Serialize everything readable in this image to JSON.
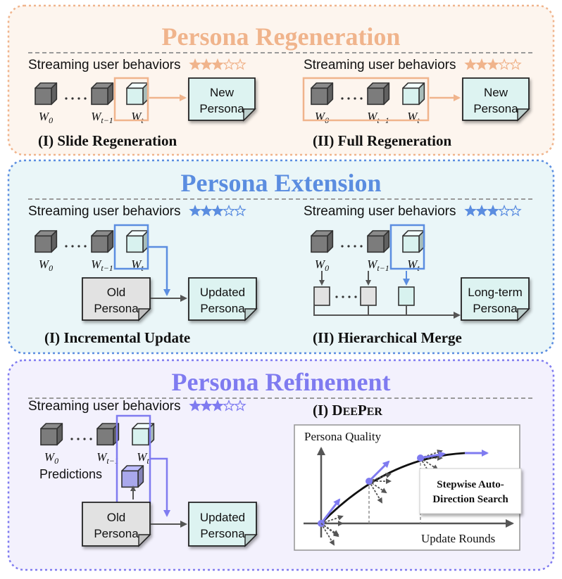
{
  "colors": {
    "regen": "#F0B48C",
    "regen_bg": "#FDF5EE",
    "ext": "#5B8DE0",
    "ext_bg": "#EAF6F8",
    "refine": "#7F7BF0",
    "refine_bg": "#F3F1FD",
    "doc_teal": "#DDF3F1",
    "doc_gray": "#E2E2E2",
    "cube_dark": "#7C7C7C",
    "cube_teal": "#D8F2EF",
    "cube_purple": "#A9A8EC"
  },
  "common": {
    "streaming_label": "Streaming user behaviors",
    "w0": "W",
    "w0_sub": "0",
    "wt1": "W",
    "wt1_sub": "t−1",
    "wt": "W",
    "wt_sub": "t"
  },
  "regeneration": {
    "title": "Persona Regeneration",
    "slide": {
      "doc_line1": "New",
      "doc_line2": "Persona",
      "caption": "(I) Slide Regeneration"
    },
    "full": {
      "doc_line1": "New",
      "doc_line2": "Persona",
      "caption": "(II) Full Regeneration"
    }
  },
  "extension": {
    "title": "Persona Extension",
    "incremental": {
      "old_line1": "Old",
      "old_line2": "Persona",
      "upd_line1": "Updated",
      "upd_line2": "Persona",
      "caption": "(I) Incremental Update"
    },
    "hierarchical": {
      "long_line1": "Long-term",
      "long_line2": "Persona",
      "caption": "(II) Hierarchical Merge"
    }
  },
  "refinement": {
    "title": "Persona Refinement",
    "predictions_label": "Predictions",
    "old_line1": "Old",
    "old_line2": "Persona",
    "upd_line1": "Updated",
    "upd_line2": "Persona",
    "deeper_prefix": "(I) D",
    "deeper_small1": "EE",
    "deeper_mid": "P",
    "deeper_small2": "ER",
    "chart": {
      "ylabel": "Persona Quality",
      "xlabel": "Update Rounds",
      "callout_line1": "Stepwise Auto-",
      "callout_line2": "Direction Search"
    }
  }
}
